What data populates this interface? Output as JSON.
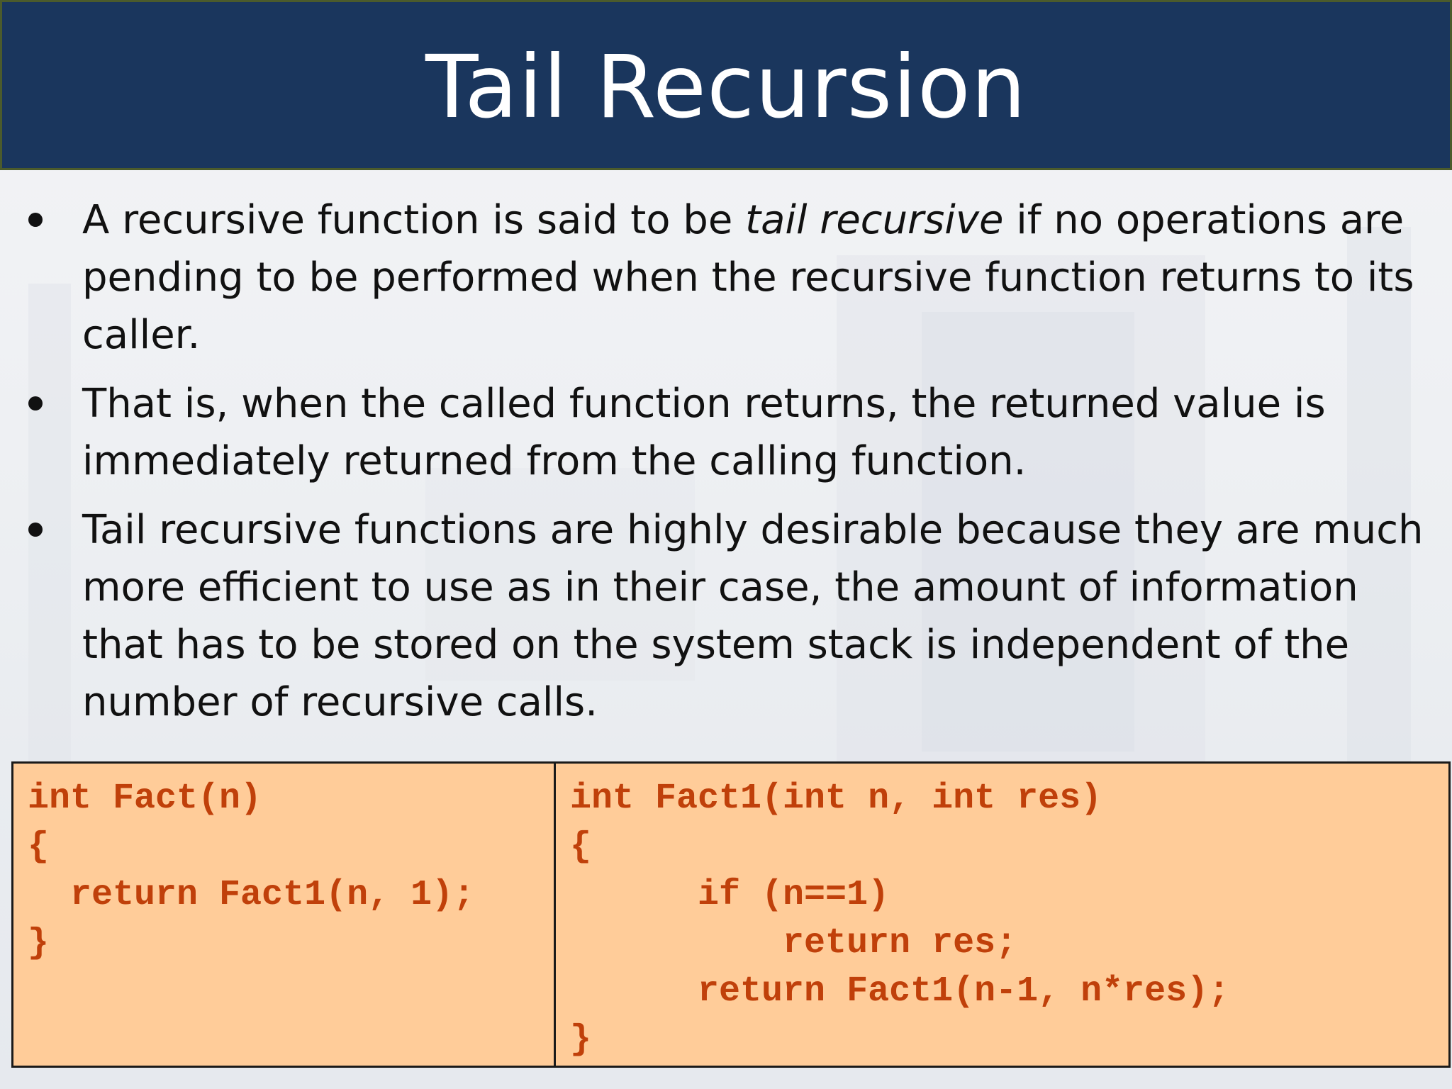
{
  "title": "Tail Recursion",
  "bullets": [
    {
      "before": "A recursive function is said to be ",
      "emphasis": "tail recursive",
      "after": " if no operations are pending to be performed when the recursive function returns to its caller."
    },
    {
      "text": "That is, when the called function returns, the returned value is immediately returned from the calling function."
    },
    {
      "text": "Tail recursive functions are highly desirable because they are much more efficient to use as in their case, the amount of information that has to be stored on the system stack is independent of the number of recursive calls."
    }
  ],
  "code": {
    "left": [
      "int Fact(n)",
      "{",
      "  return Fact1(n, 1);",
      "}"
    ],
    "right": [
      "int Fact1(int n, int res)",
      "{",
      "      if (n==1)",
      "          return res;",
      "      return Fact1(n-1, n*res);",
      "}"
    ]
  },
  "colors": {
    "title_bar": "#1a365d",
    "code_background": "#ffcc99",
    "code_text": "#c0400a"
  }
}
